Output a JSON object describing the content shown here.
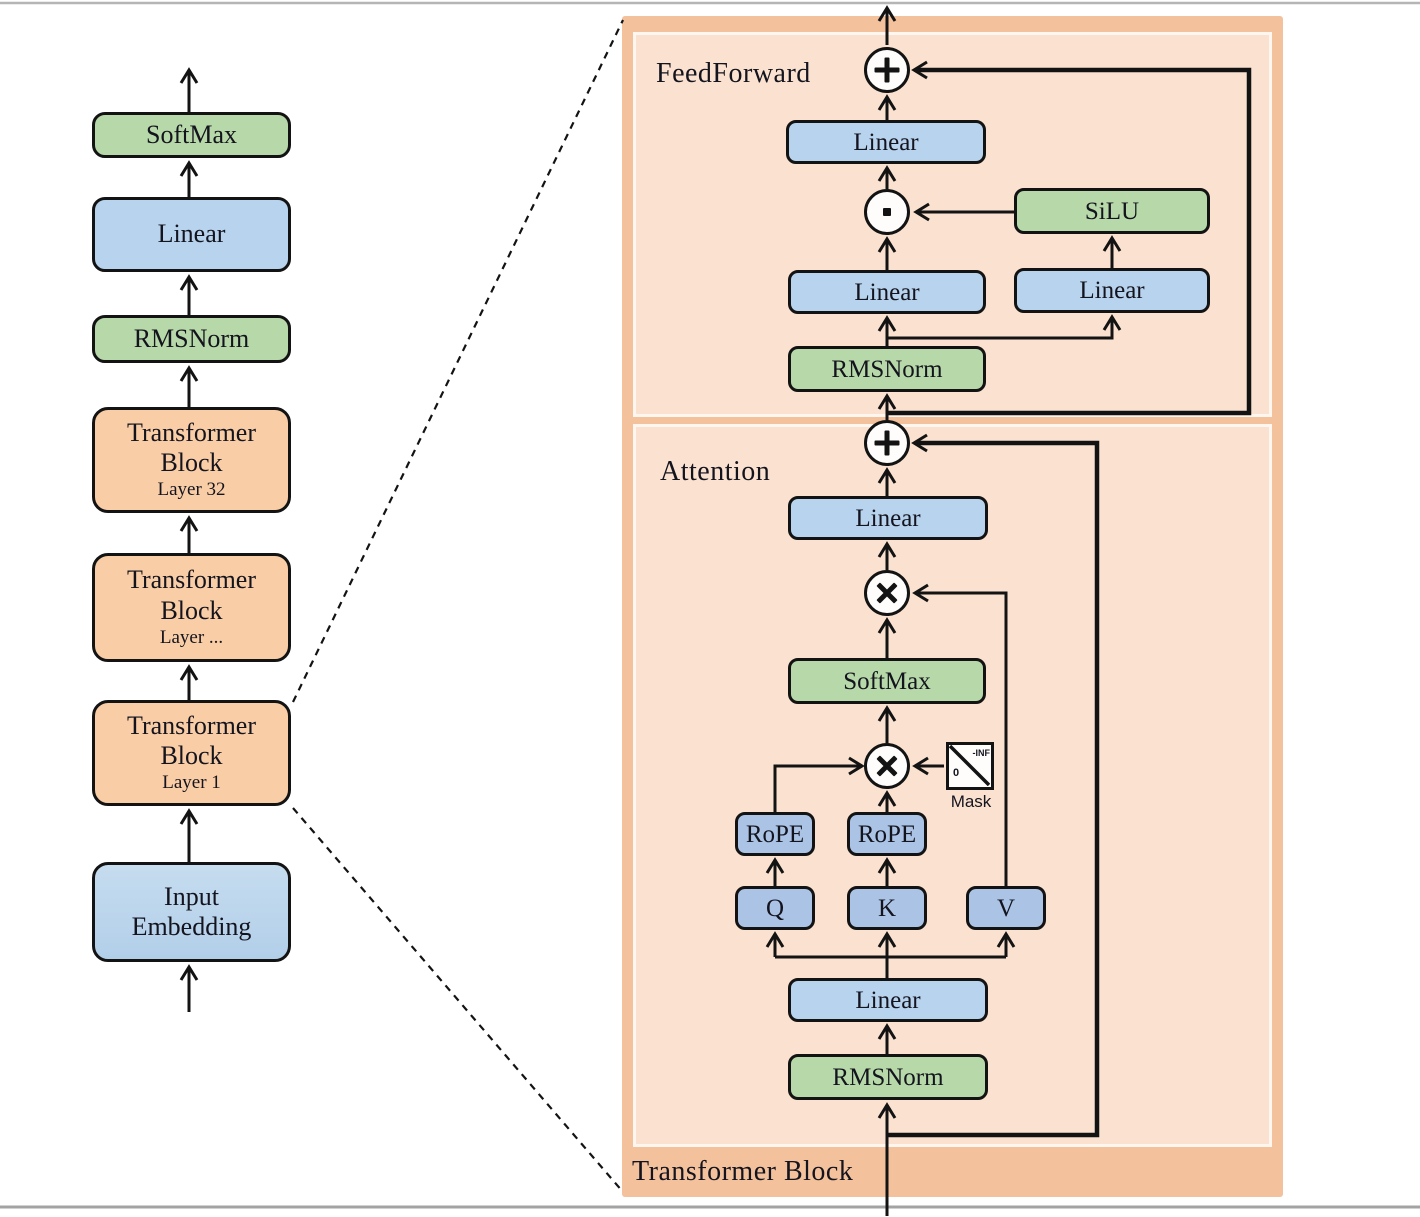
{
  "colors": {
    "green_block": "#b7d8a8",
    "blue_block": "#b8d3ee",
    "blue_small_block": "#abc4e6",
    "orange_block": "#f9cda6",
    "panel_outer": "#f3c19c",
    "panel_inner": "#fbe2d0",
    "line": "#131313"
  },
  "left_column": {
    "blocks": [
      {
        "label": "SoftMax"
      },
      {
        "label": "Linear"
      },
      {
        "label": "RMSNorm"
      },
      {
        "label": "Transformer Block",
        "sublabel": "Layer 32"
      },
      {
        "label": "Transformer Block",
        "sublabel": "Layer ..."
      },
      {
        "label": "Transformer Block",
        "sublabel": "Layer 1"
      },
      {
        "label": "Input Embedding"
      }
    ]
  },
  "detail_panel": {
    "title": "Transformer Block",
    "feedforward": {
      "label": "FeedForward",
      "output_linear": "Linear",
      "silu": "SiLU",
      "gate_linear": "Linear",
      "up_linear": "Linear",
      "rmsnorm": "RMSNorm"
    },
    "attention": {
      "label": "Attention",
      "output_linear": "Linear",
      "softmax": "SoftMax",
      "rope_q": "RoPE",
      "rope_k": "RoPE",
      "q": "Q",
      "k": "K",
      "v": "V",
      "mask": {
        "label": "Mask",
        "top_value": "-INF",
        "bottom_value": "0"
      },
      "input_linear": "Linear",
      "rmsnorm": "RMSNorm"
    }
  }
}
